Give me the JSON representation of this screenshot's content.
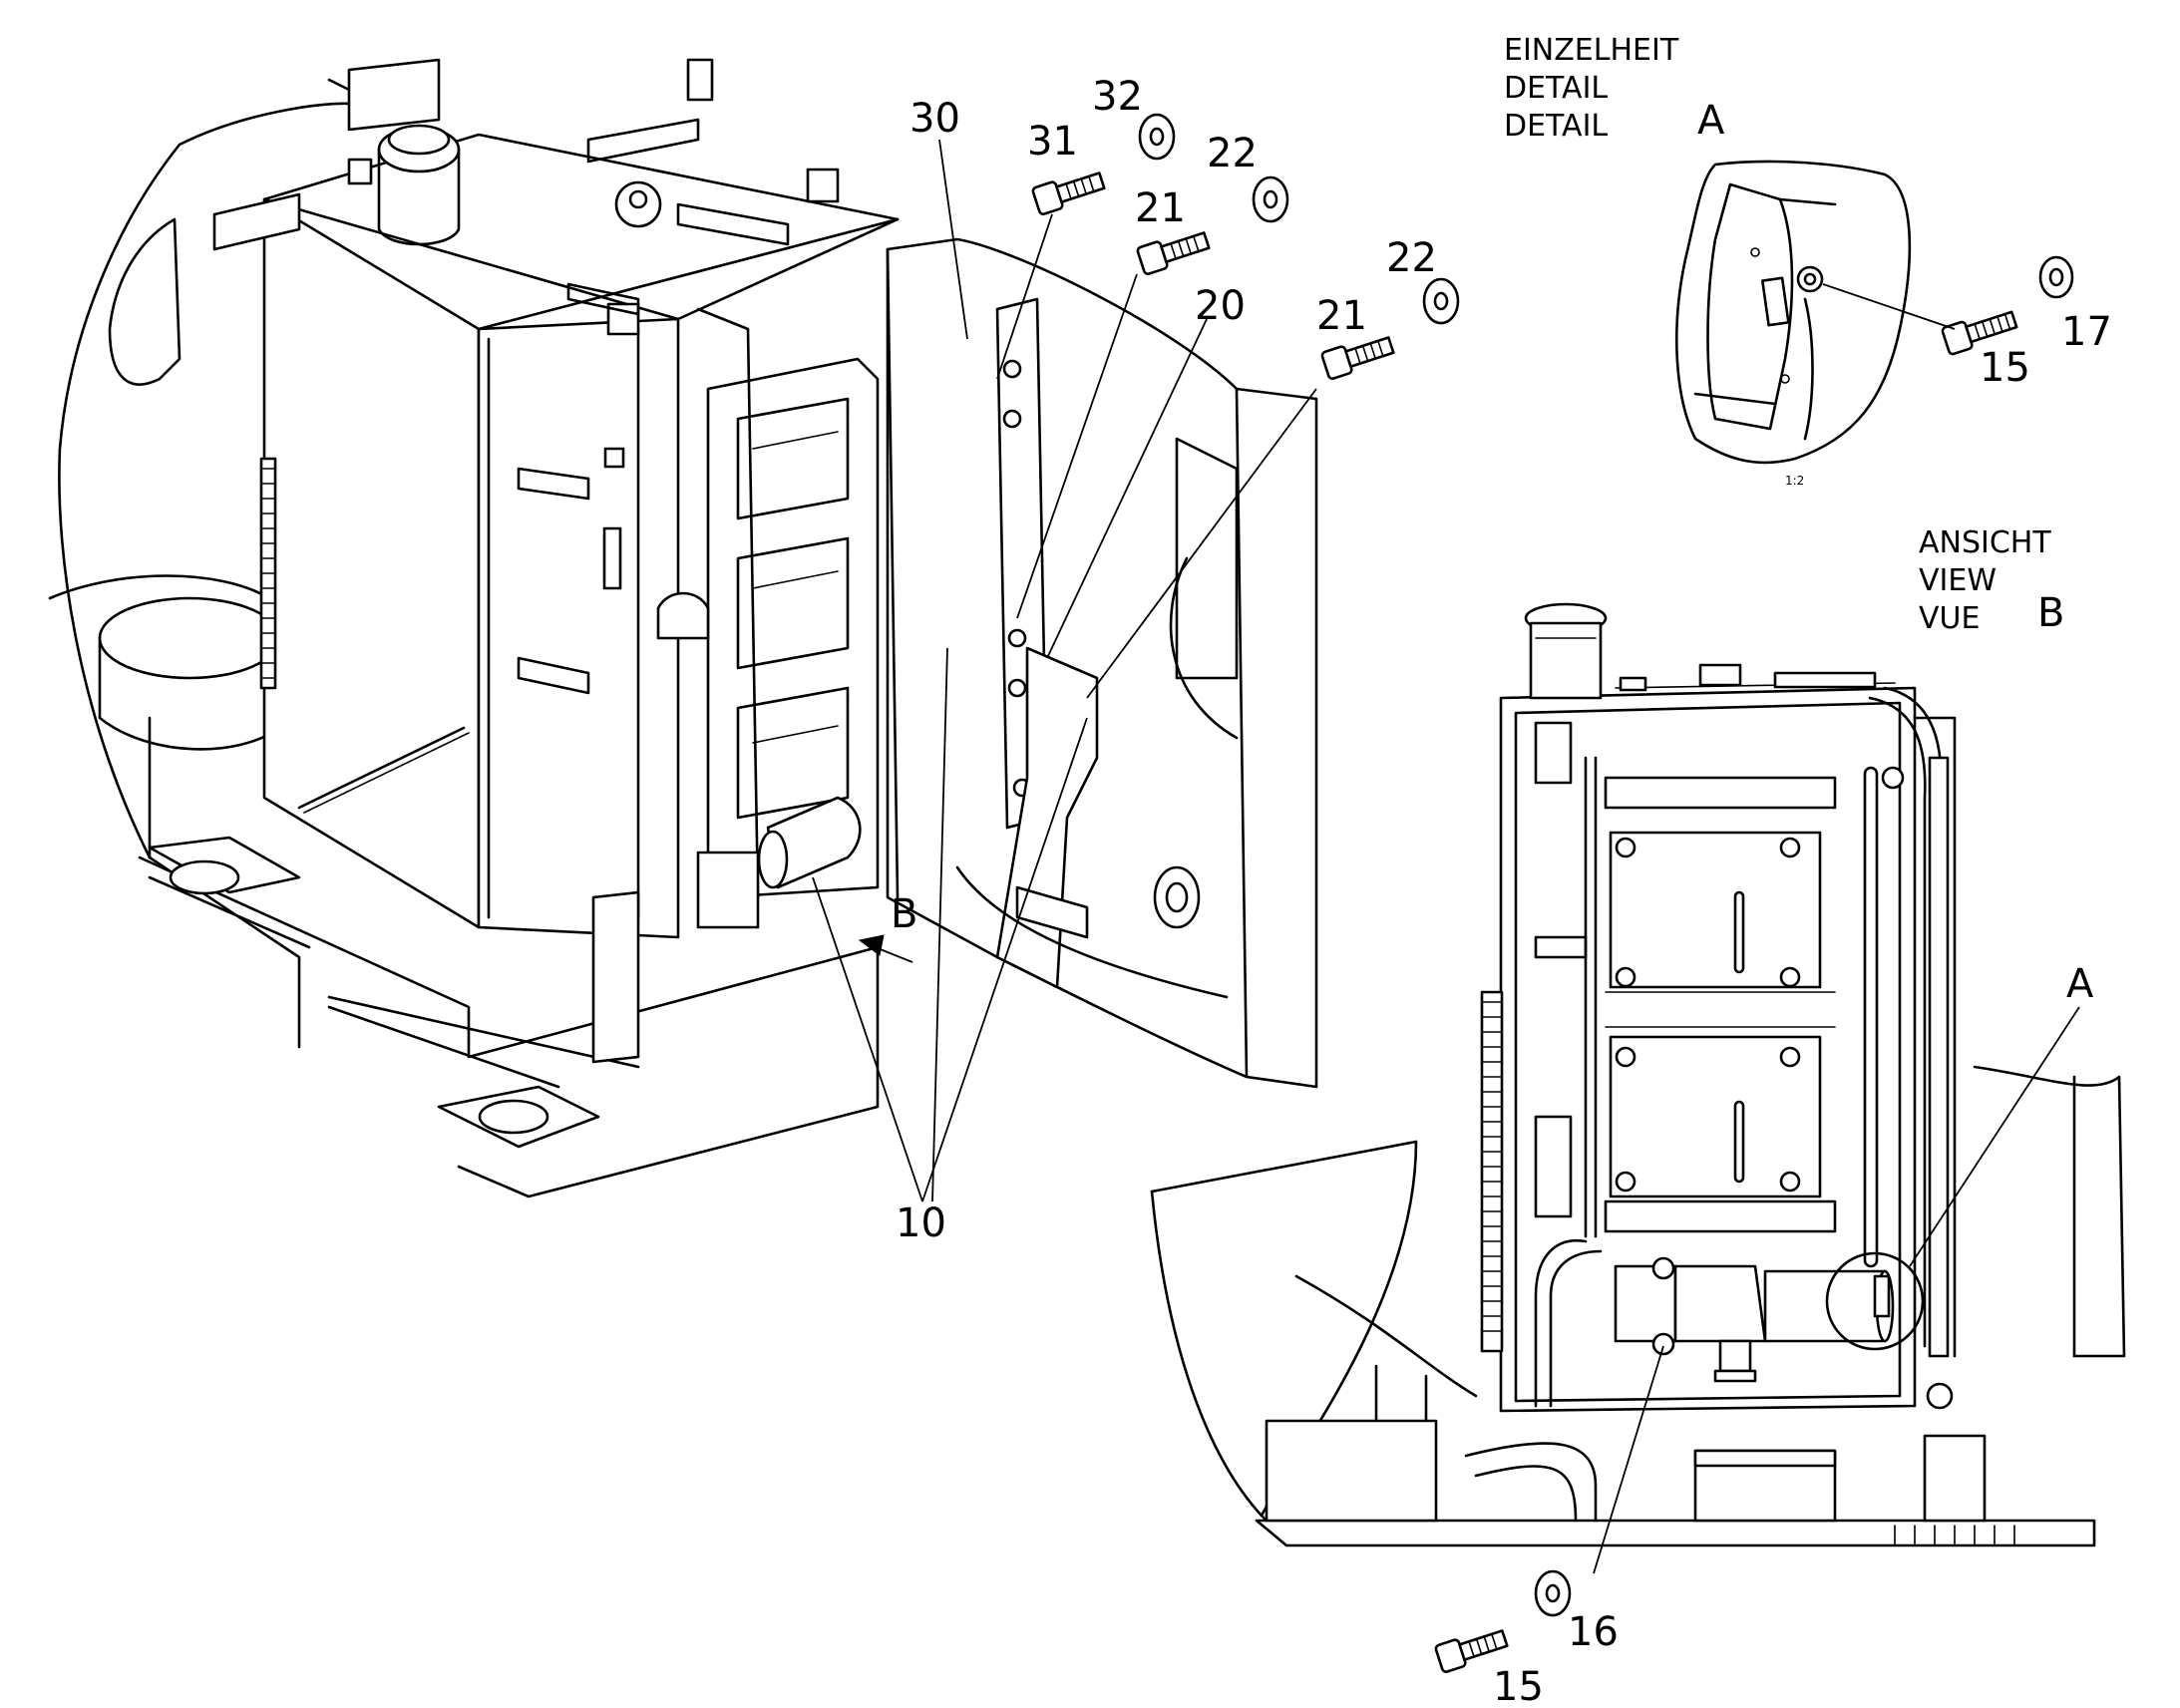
{
  "detail_a": {
    "title_lines": [
      "EINZELHEIT",
      "DETAIL",
      "DETAIL"
    ],
    "letter": "A",
    "scale": "1:2"
  },
  "view_b": {
    "title_lines": [
      "ANSICHT",
      "VIEW",
      "VUE"
    ],
    "letter": "B"
  },
  "callouts": {
    "c30": "30",
    "c31": "31",
    "c32": "32",
    "c22a": "22",
    "c21a": "21",
    "c20": "20",
    "c22b": "22",
    "c21b": "21",
    "c10": "10",
    "c15a": "15",
    "c17": "17",
    "c15b": "15",
    "c16": "16"
  },
  "arrow_b_label": "B",
  "marker_a_label": "A"
}
